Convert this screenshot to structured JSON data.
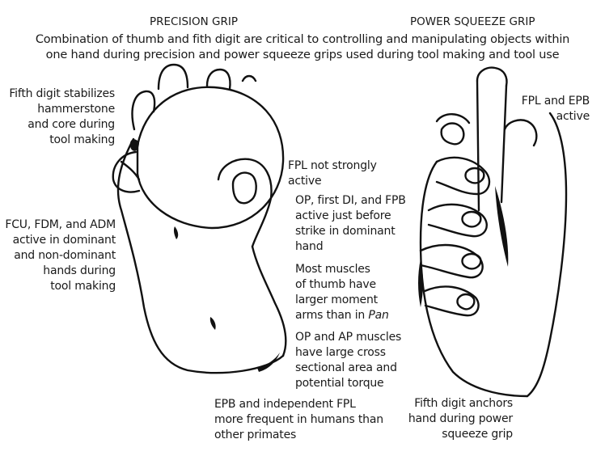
{
  "headings": {
    "precision": "PRECISION GRIP",
    "power": "POWER SQUEEZE GRIP"
  },
  "subtitle": [
    "Combination of thumb and fith digit are critical to controlling and manipulating objects within",
    "one hand during precision and power squeeze grips used during tool making and tool use"
  ],
  "labels": {
    "fifth_digit_stabilizes": [
      "Fifth digit stabilizes",
      "hammerstone",
      "and core during",
      "tool making"
    ],
    "fcu_fdm_adm": [
      "FCU, FDM, and ADM",
      "active in dominant",
      "and non-dominant",
      "hands during",
      "tool making"
    ],
    "fpl_not_strongly": [
      "FPL not strongly",
      "active"
    ],
    "op_first_di_fpb": [
      "OP, first DI, and FPB",
      "active just before",
      "strike in dominant",
      "hand"
    ],
    "most_muscles": [
      "Most muscles",
      "of thumb have",
      "larger moment",
      "arms than in "
    ],
    "most_muscles_italic": "Pan",
    "op_ap": [
      "OP and AP muscles",
      "have large cross",
      "sectional area and",
      "potential torque"
    ],
    "epb_independent": [
      "EPB and independent FPL",
      "more frequent in humans than",
      "other primates"
    ],
    "fpl_epb_active": [
      "FPL and EPB",
      "active"
    ],
    "fifth_digit_anchors": [
      "Fifth digit anchors",
      "hand during power",
      "squeeze grip"
    ]
  },
  "icons": {
    "precision_hand": "hand-holding-stone-illustration",
    "power_hand": "hand-gripping-cylinder-illustration"
  }
}
